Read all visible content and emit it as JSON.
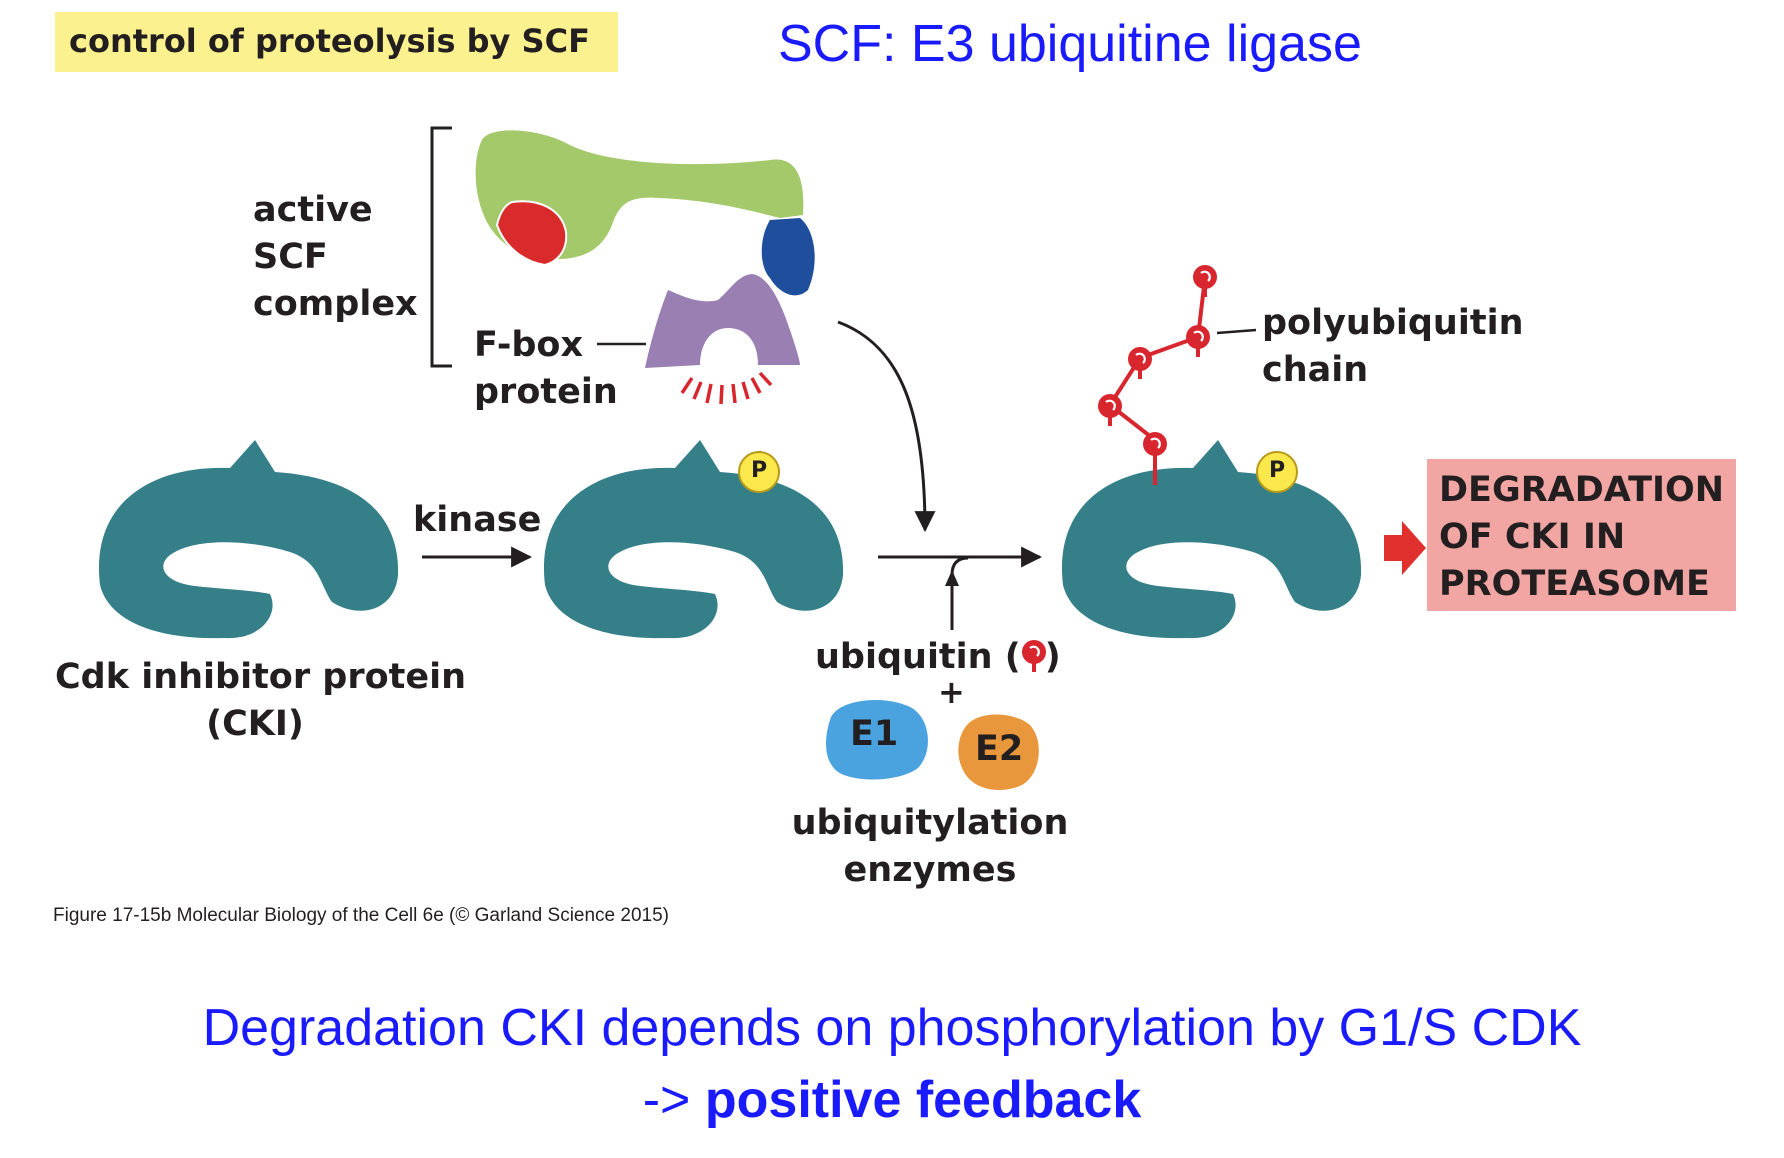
{
  "header": {
    "tag_label": "control of proteolysis by SCF",
    "title": "SCF: E3 ubiquitine ligase"
  },
  "labels": {
    "scf_complex": [
      "active",
      "SCF",
      "complex"
    ],
    "fbox": [
      "F-box",
      "protein"
    ],
    "polyubiquitin": [
      "polyubiquitin",
      "chain"
    ],
    "kinase": "kinase",
    "cki": [
      "Cdk inhibitor protein",
      "(CKI)"
    ],
    "ubiquitin_pre": "ubiquitin (",
    "ubiquitin_post": ")",
    "plus": "+",
    "e1": "E1",
    "e2": "E2",
    "enzymes": [
      "ubiquitylation",
      "enzymes"
    ],
    "phospho": "P",
    "degradation": "DEGRADATION OF CKI IN PROTEASOME"
  },
  "caption": "Figure 17-15b  Molecular Biology of the Cell 6e (© Garland Science 2015)",
  "footer": {
    "line1": "Degradation CKI depends on phosphorylation by G1/S CDK",
    "line2_prefix": "-> ",
    "line2_bold": "positive feedback"
  },
  "colors": {
    "cki": "#357f89",
    "scf_green": "#a3c96a",
    "scf_red": "#d92b2b",
    "scf_blue": "#1f4e9c",
    "fbox_purple": "#9a7fb3",
    "ubiquitin_red": "#d8262f",
    "phospho_yellow": "#fbe84c",
    "e1_blue": "#4aa3de",
    "e2_orange": "#e8973d",
    "degradation_box": "#f1a6a3",
    "arrow_red": "#e0302d",
    "title_blue": "#1a1aff",
    "highlight_yellow": "#fbf28f"
  }
}
